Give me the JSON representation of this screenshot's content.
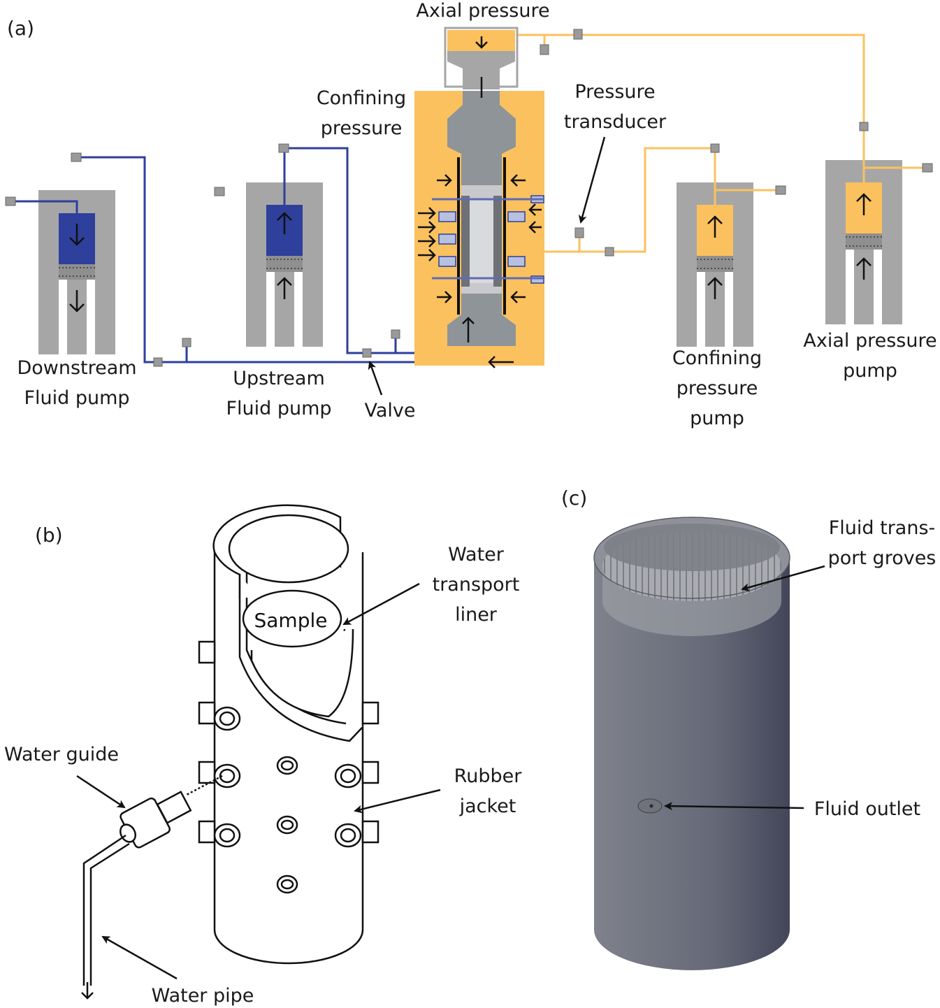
{
  "panels": {
    "a": "(a)",
    "b": "(b)",
    "c": "(c)"
  },
  "labels_a": {
    "axial_pressure": "Axial pressure",
    "confining_pressure_1": "Confining",
    "confining_pressure_2": "pressure",
    "pressure_transducer_1": "Pressure",
    "pressure_transducer_2": "transducer",
    "downstream_1": "Downstream",
    "downstream_2": "Fluid pump",
    "upstream_1": "Upstream",
    "upstream_2": "Fluid pump",
    "valve": "Valve",
    "confining_pump_1": "Confining",
    "confining_pump_2": "pressure",
    "confining_pump_3": "pump",
    "axial_pump_1": "Axial pressure",
    "axial_pump_2": "pump"
  },
  "labels_b": {
    "sample": "Sample",
    "liner_1": "Water",
    "liner_2": "transport",
    "liner_3": "liner",
    "rubber_1": "Rubber",
    "rubber_2": "jacket",
    "water_guide": "Water guide",
    "water_pipe": "Water pipe"
  },
  "labels_c": {
    "groves_1": "Fluid trans-",
    "groves_2": "port groves",
    "outlet": "Fluid outlet"
  },
  "colors": {
    "orange": "#FBC15E",
    "blue": "#2E3F9C",
    "gray": "#A6A6A6",
    "gray_dark": "#8A8F96",
    "cylinder_dark": "#4A4D5E",
    "cylinder_light": "#7C7F88"
  }
}
